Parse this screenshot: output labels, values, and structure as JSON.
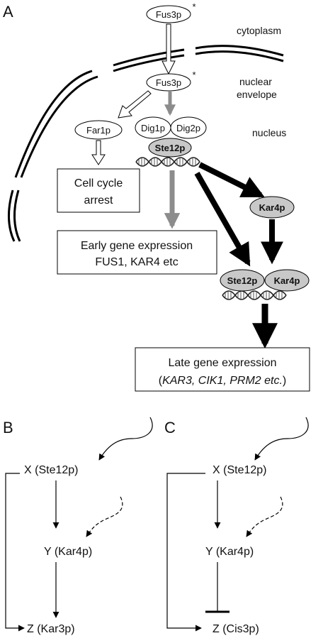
{
  "panels": {
    "a": "A",
    "b": "B",
    "c": "C"
  },
  "regions": {
    "cytoplasm": "cytoplasm",
    "envelope_line1": "nuclear",
    "envelope_line2": "envelope",
    "nucleus": "nucleus"
  },
  "nodes": {
    "fus3_cyto": "Fus3p",
    "fus3_nuc": "Fus3p",
    "asterisk": "*",
    "far1": "Far1p",
    "dig1": "Dig1p",
    "dig2": "Dig2p",
    "ste12": "Ste12p",
    "kar4": "Kar4p",
    "ste12_b": "Ste12p",
    "kar4_b": "Kar4p"
  },
  "boxes": {
    "arrest_line1": "Cell cycle",
    "arrest_line2": "arrest",
    "early_line1": "Early gene expression",
    "early_line2": "FUS1, KAR4 etc",
    "late_line1": "Late gene expression",
    "late_open": "(",
    "late_genes": "KAR3, CIK1, PRM2 etc.",
    "late_close": ")"
  },
  "panel_b": {
    "x": "X (Ste12p)",
    "y": "Y (Kar4p)",
    "z": "Z (Kar3p)"
  },
  "panel_c": {
    "x": "X (Ste12p)",
    "y": "Y (Kar4p)",
    "z": "Z (Cis3p)"
  },
  "colors": {
    "grey_arrow": "#8c8c8c",
    "protein_fill": "#c8c8c8",
    "ink": "#000000"
  }
}
